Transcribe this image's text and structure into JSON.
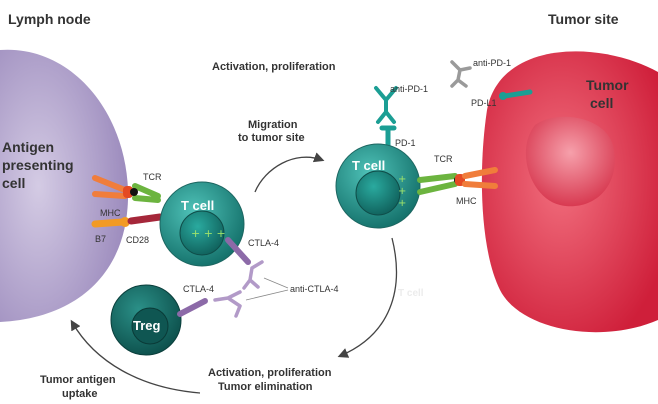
{
  "headers": {
    "left": "Lymph node",
    "right": "Tumor site"
  },
  "cells": {
    "apc": [
      "Antigen",
      "presenting",
      "cell"
    ],
    "tumor": [
      "Tumor",
      "cell"
    ],
    "tcell_left": "T cell",
    "tcell_right": "T cell",
    "treg": "Treg",
    "ghost": "T cell"
  },
  "captions": {
    "top_activation": "Activation, proliferation",
    "migration": [
      "Migration",
      "to tumor site"
    ],
    "bottom_activation": [
      "Activation, proliferation",
      "Tumor elimination"
    ],
    "uptake": [
      "Tumor antigen",
      "uptake"
    ]
  },
  "molecules": {
    "tcr_left": "TCR",
    "mhc_left": "MHC",
    "b7": "B7",
    "cd28": "CD28",
    "ctla4_tcell": "CTLA-4",
    "ctla4_treg": "CTLA-4",
    "anti_ctla4": "anti-CTLA-4",
    "anti_pd1_left": "anti-PD-1",
    "pd1": "PD-1",
    "tcr_right": "TCR",
    "mhc_right": "MHC",
    "anti_pd1_right": "anti-PD-1",
    "pdl1": "PD-L1"
  },
  "colors": {
    "apc": "#b2a3cc",
    "tumor": "#e3394f",
    "tcell": "#1b9e94",
    "tcr": "#6cb43f",
    "mhc": "#f07d3b",
    "cd28": "#a5273a",
    "ctla4": "#8c6aa8",
    "pd1": "#1b9e94"
  }
}
